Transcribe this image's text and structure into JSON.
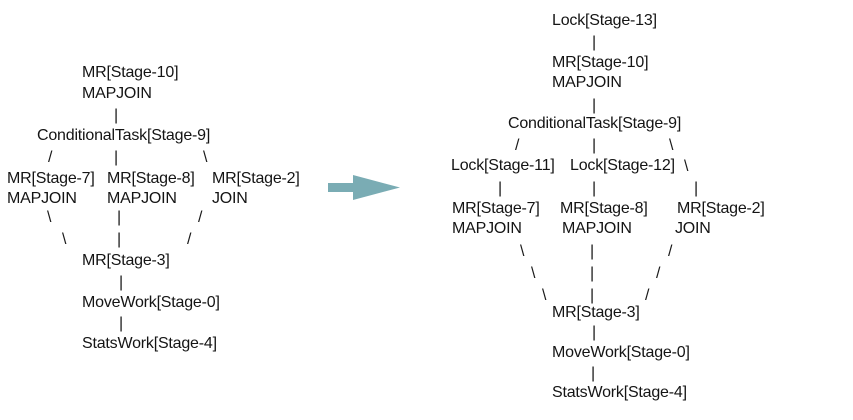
{
  "glyphs": {
    "vertical": "|",
    "diag_left": "/",
    "diag_right": "\\"
  },
  "arrow": {
    "color": "#7aacb4"
  },
  "before_graph": {
    "mr_stage_10": "MR[Stage-10]",
    "mr_stage_10_operator": "MAPJOIN",
    "conditional_task_stage_9": "ConditionalTask[Stage-9]",
    "mr_stage_7": "MR[Stage-7]",
    "mr_stage_7_operator": "MAPJOIN",
    "mr_stage_8": "MR[Stage-8]",
    "mr_stage_8_operator": "MAPJOIN",
    "mr_stage_2": "MR[Stage-2]",
    "mr_stage_2_operator": "JOIN",
    "mr_stage_3": "MR[Stage-3]",
    "move_work_stage_0": "MoveWork[Stage-0]",
    "stats_work_stage_4": "StatsWork[Stage-4]"
  },
  "after_graph": {
    "lock_stage_13": "Lock[Stage-13]",
    "mr_stage_10": "MR[Stage-10]",
    "mr_stage_10_operator": "MAPJOIN",
    "conditional_task_stage_9": "ConditionalTask[Stage-9]",
    "lock_stage_11": "Lock[Stage-11]",
    "lock_stage_12": "Lock[Stage-12]",
    "mr_stage_7": "MR[Stage-7]",
    "mr_stage_7_operator": "MAPJOIN",
    "mr_stage_8": "MR[Stage-8]",
    "mr_stage_8_operator": "MAPJOIN",
    "mr_stage_2": "MR[Stage-2]",
    "mr_stage_2_operator": "JOIN",
    "mr_stage_3": "MR[Stage-3]",
    "move_work_stage_0": "MoveWork[Stage-0]",
    "stats_work_stage_4": "StatsWork[Stage-4]"
  }
}
